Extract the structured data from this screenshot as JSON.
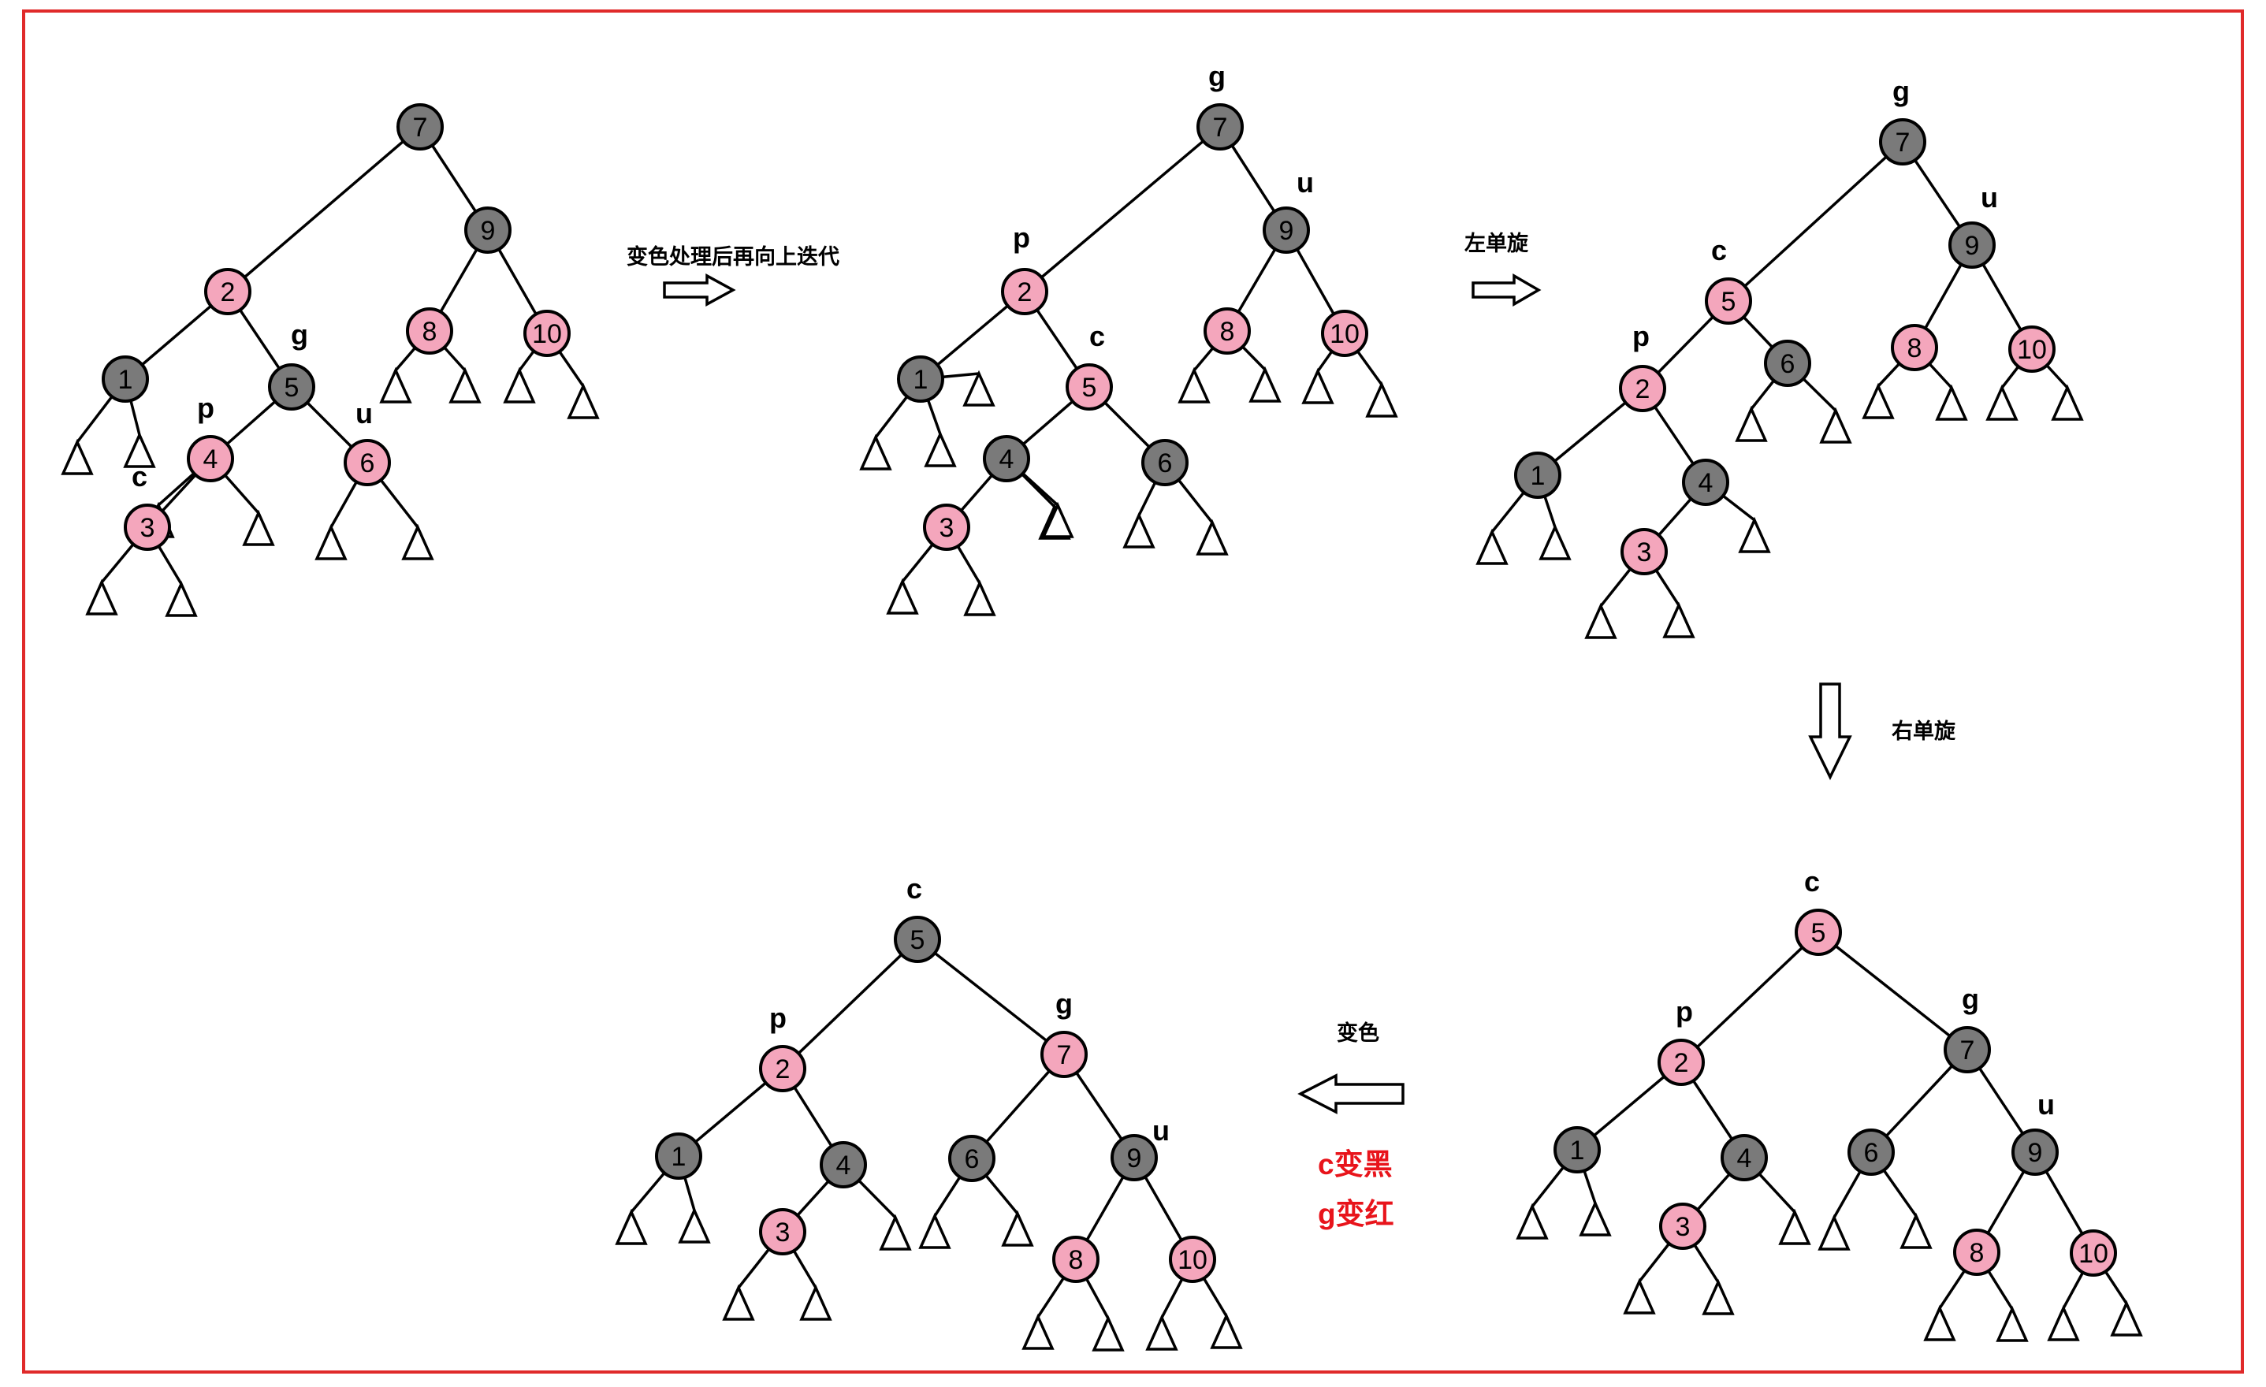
{
  "colors": {
    "frame": "#e02a2a",
    "black_node": "#7a7a7a",
    "red_node": "#f4a6bc",
    "node_stroke": "#000000",
    "highlight_text": "#e8141b"
  },
  "captions": {
    "step1": "变色处理后再向上迭代",
    "step2": "左单旋",
    "step3": "右单旋",
    "step4": "变色",
    "step4_note1": "c变黑",
    "step4_note2": "g变红"
  },
  "trees": [
    {
      "id": "tree-initial",
      "nodes": [
        {
          "id": "7",
          "label": "7",
          "color": "black"
        },
        {
          "id": "2",
          "label": "2",
          "color": "red"
        },
        {
          "id": "9",
          "label": "9",
          "color": "black"
        },
        {
          "id": "1",
          "label": "1",
          "color": "black"
        },
        {
          "id": "5",
          "label": "5",
          "color": "black",
          "tag": "g"
        },
        {
          "id": "8",
          "label": "8",
          "color": "red"
        },
        {
          "id": "10",
          "label": "10",
          "color": "red"
        },
        {
          "id": "4",
          "label": "4",
          "color": "red",
          "tag": "p"
        },
        {
          "id": "6",
          "label": "6",
          "color": "red",
          "tag": "u"
        },
        {
          "id": "3",
          "label": "3",
          "color": "red",
          "tag": "c"
        }
      ],
      "edges": [
        [
          "7",
          "2"
        ],
        [
          "7",
          "9"
        ],
        [
          "2",
          "1"
        ],
        [
          "2",
          "5"
        ],
        [
          "9",
          "8"
        ],
        [
          "9",
          "10"
        ],
        [
          "5",
          "4"
        ],
        [
          "5",
          "6"
        ],
        [
          "4",
          "3"
        ]
      ]
    },
    {
      "id": "tree-recolored",
      "nodes": [
        {
          "id": "7",
          "label": "7",
          "color": "black",
          "tag": "g"
        },
        {
          "id": "2",
          "label": "2",
          "color": "red",
          "tag": "p"
        },
        {
          "id": "9",
          "label": "9",
          "color": "black",
          "tag": "u"
        },
        {
          "id": "1",
          "label": "1",
          "color": "black"
        },
        {
          "id": "5",
          "label": "5",
          "color": "red",
          "tag": "c"
        },
        {
          "id": "8",
          "label": "8",
          "color": "red"
        },
        {
          "id": "10",
          "label": "10",
          "color": "red"
        },
        {
          "id": "4",
          "label": "4",
          "color": "black"
        },
        {
          "id": "6",
          "label": "6",
          "color": "black"
        },
        {
          "id": "3",
          "label": "3",
          "color": "red"
        }
      ],
      "edges": [
        [
          "7",
          "2"
        ],
        [
          "7",
          "9"
        ],
        [
          "2",
          "1"
        ],
        [
          "2",
          "5"
        ],
        [
          "9",
          "8"
        ],
        [
          "9",
          "10"
        ],
        [
          "5",
          "4"
        ],
        [
          "5",
          "6"
        ],
        [
          "4",
          "3"
        ]
      ]
    },
    {
      "id": "tree-left-rotated",
      "nodes": [
        {
          "id": "7",
          "label": "7",
          "color": "black",
          "tag": "g"
        },
        {
          "id": "5",
          "label": "5",
          "color": "red",
          "tag": "c"
        },
        {
          "id": "9",
          "label": "9",
          "color": "black",
          "tag": "u"
        },
        {
          "id": "2",
          "label": "2",
          "color": "red",
          "tag": "p"
        },
        {
          "id": "6",
          "label": "6",
          "color": "black"
        },
        {
          "id": "8",
          "label": "8",
          "color": "red"
        },
        {
          "id": "10",
          "label": "10",
          "color": "red"
        },
        {
          "id": "1",
          "label": "1",
          "color": "black"
        },
        {
          "id": "4",
          "label": "4",
          "color": "black"
        },
        {
          "id": "3",
          "label": "3",
          "color": "red"
        }
      ],
      "edges": [
        [
          "7",
          "5"
        ],
        [
          "7",
          "9"
        ],
        [
          "5",
          "2"
        ],
        [
          "5",
          "6"
        ],
        [
          "9",
          "8"
        ],
        [
          "9",
          "10"
        ],
        [
          "2",
          "1"
        ],
        [
          "2",
          "4"
        ],
        [
          "4",
          "3"
        ]
      ]
    },
    {
      "id": "tree-right-rotated",
      "nodes": [
        {
          "id": "5",
          "label": "5",
          "color": "red",
          "tag": "c"
        },
        {
          "id": "2",
          "label": "2",
          "color": "red",
          "tag": "p"
        },
        {
          "id": "7",
          "label": "7",
          "color": "black",
          "tag": "g"
        },
        {
          "id": "1",
          "label": "1",
          "color": "black"
        },
        {
          "id": "4",
          "label": "4",
          "color": "black"
        },
        {
          "id": "6",
          "label": "6",
          "color": "black"
        },
        {
          "id": "9",
          "label": "9",
          "color": "black",
          "tag": "u"
        },
        {
          "id": "3",
          "label": "3",
          "color": "red"
        },
        {
          "id": "8",
          "label": "8",
          "color": "red"
        },
        {
          "id": "10",
          "label": "10",
          "color": "red"
        }
      ],
      "edges": [
        [
          "5",
          "2"
        ],
        [
          "5",
          "7"
        ],
        [
          "2",
          "1"
        ],
        [
          "2",
          "4"
        ],
        [
          "7",
          "6"
        ],
        [
          "7",
          "9"
        ],
        [
          "4",
          "3"
        ],
        [
          "9",
          "8"
        ],
        [
          "9",
          "10"
        ]
      ]
    },
    {
      "id": "tree-final",
      "nodes": [
        {
          "id": "5",
          "label": "5",
          "color": "black",
          "tag": "c"
        },
        {
          "id": "2",
          "label": "2",
          "color": "red",
          "tag": "p"
        },
        {
          "id": "7",
          "label": "7",
          "color": "red",
          "tag": "g"
        },
        {
          "id": "1",
          "label": "1",
          "color": "black"
        },
        {
          "id": "4",
          "label": "4",
          "color": "black"
        },
        {
          "id": "6",
          "label": "6",
          "color": "black"
        },
        {
          "id": "9",
          "label": "9",
          "color": "black",
          "tag": "u"
        },
        {
          "id": "3",
          "label": "3",
          "color": "red"
        },
        {
          "id": "8",
          "label": "8",
          "color": "red"
        },
        {
          "id": "10",
          "label": "10",
          "color": "red"
        }
      ],
      "edges": [
        [
          "5",
          "2"
        ],
        [
          "5",
          "7"
        ],
        [
          "2",
          "1"
        ],
        [
          "2",
          "4"
        ],
        [
          "7",
          "6"
        ],
        [
          "7",
          "9"
        ],
        [
          "4",
          "3"
        ],
        [
          "9",
          "8"
        ],
        [
          "9",
          "10"
        ]
      ]
    }
  ]
}
